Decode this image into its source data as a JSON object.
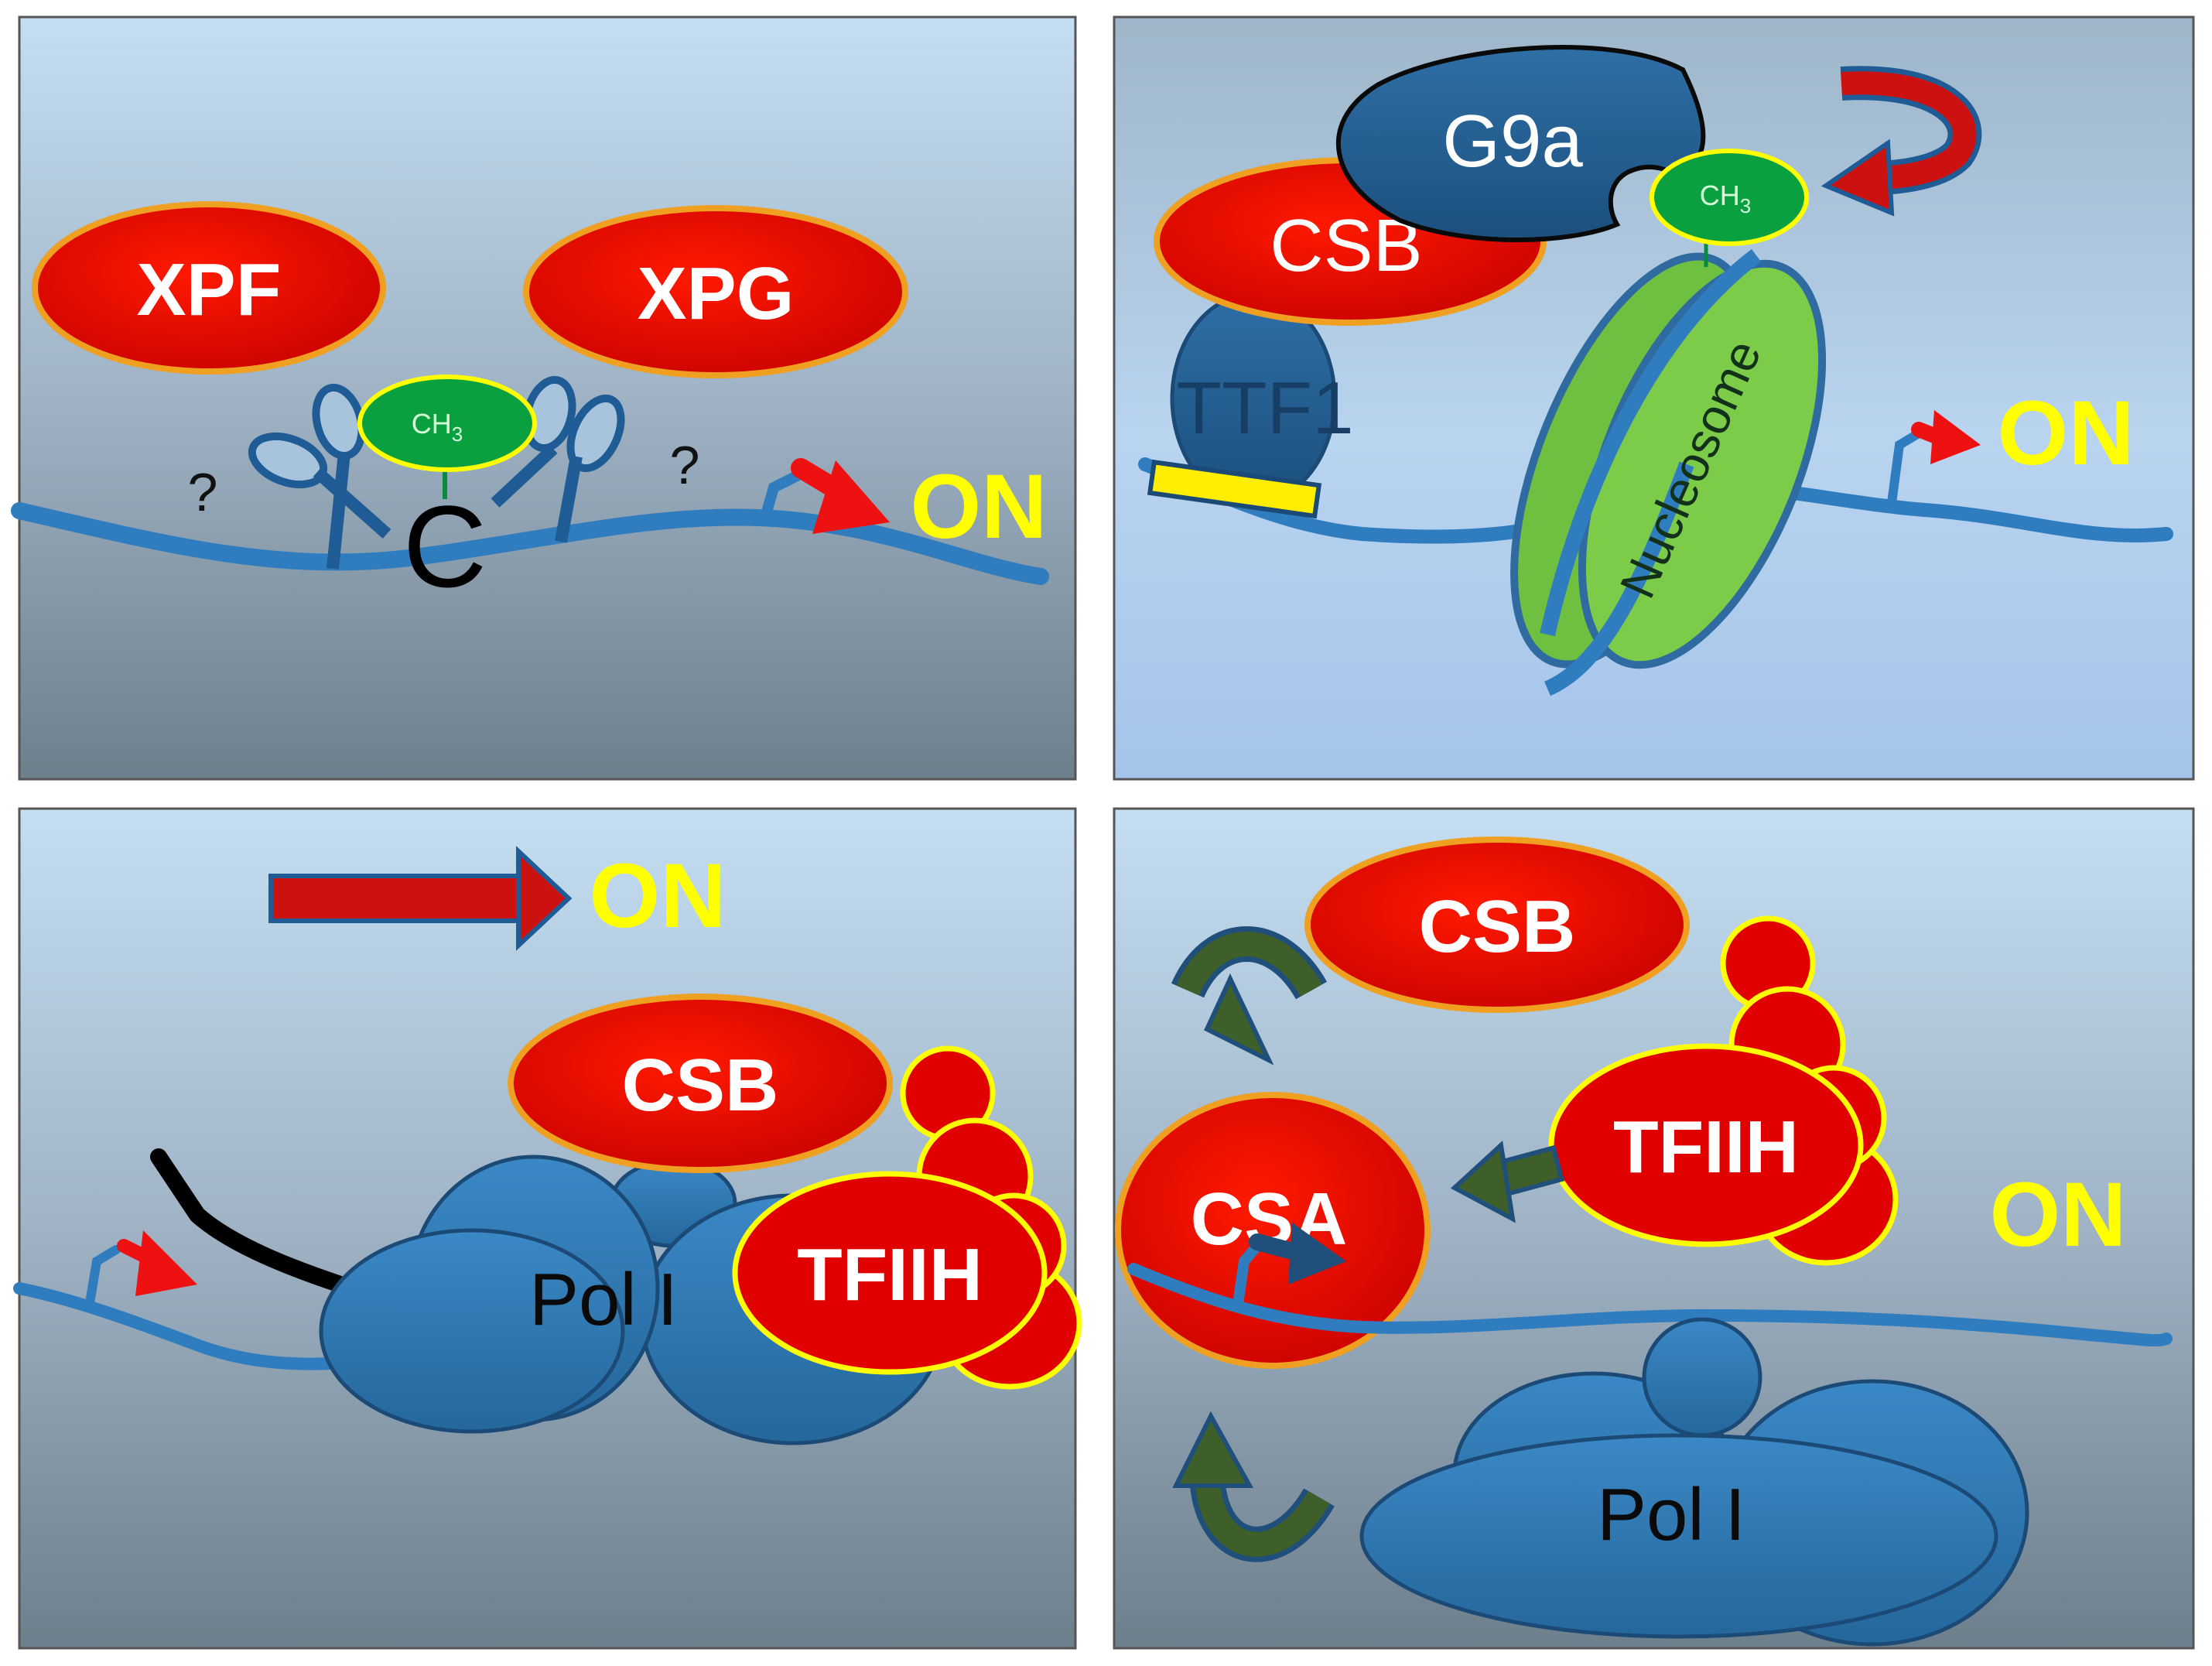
{
  "panels": {
    "top_left": {
      "xpf": "XPF",
      "xpg": "XPG",
      "methyl": "CH",
      "methyl_sub": "3",
      "base": "C",
      "question_left": "?",
      "question_right": "?",
      "on": "ON"
    },
    "top_right": {
      "g9a": "G9a",
      "csb": "CSB",
      "ttf1": "TTF1",
      "methyl": "CH",
      "methyl_sub": "3",
      "nucleosome": "Nucleosome",
      "on": "ON"
    },
    "bottom_left": {
      "on": "ON",
      "csb": "CSB",
      "tfiih": "TFIIH",
      "pol": "Pol I"
    },
    "bottom_right": {
      "csb": "CSB",
      "tfiih": "TFIIH",
      "csa": "CSA",
      "on": "ON",
      "pol": "Pol I"
    }
  },
  "colors": {
    "protein_red": "#e00000",
    "protein_orange_border": "#f0a020",
    "yellow_text": "#ffff00",
    "polymerase_blue": "#2e78b4",
    "dna_blue": "#2f7dbf",
    "methyl_green": "#0aa040",
    "nucleosome_green": "#7ccc4a",
    "panel_bg_top": "#c4def2",
    "panel_bg_bottom": "#6e7f8c"
  },
  "icons": [
    "scissors-icon",
    "scissors-icon",
    "red-arrow-icon",
    "curved-arrow-icon",
    "green-curved-arrow-icon"
  ]
}
